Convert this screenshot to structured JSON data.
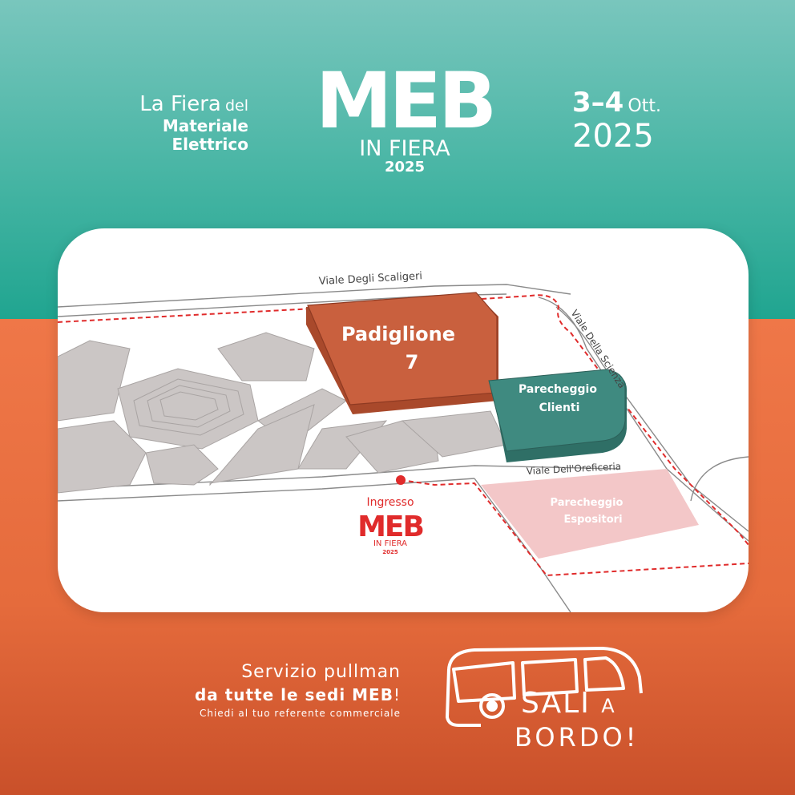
{
  "header": {
    "tagline_prefix": "La Fiera",
    "tagline_connector": "del",
    "tagline_line2": "Materiale",
    "tagline_line3": "Elettrico",
    "logo_main": "MEB",
    "logo_sub": "IN FIERA",
    "logo_year": "2025",
    "date_days": "3–4",
    "date_month": "Ott.",
    "date_year": "2025"
  },
  "map": {
    "street_top": "Viale Degli Scaligeri",
    "street_right": "Viale Della Scienza",
    "street_bottom": "Viale Dell'Oreficeria",
    "pavilion_line1": "Padiglione",
    "pavilion_line2": "7",
    "parking_clients_line1": "Parecheggio",
    "parking_clients_line2": "Clienti",
    "parking_exhibitors_line1": "Parecheggio",
    "parking_exhibitors_line2": "Espositori",
    "entrance_label": "Ingresso",
    "entrance_logo_main": "MEB",
    "entrance_logo_sub": "IN FIERA",
    "entrance_logo_year": "2025"
  },
  "footer": {
    "service_line1": "Servizio pullman",
    "service_line2_bold": "da tutte le sedi MEB",
    "service_line2_end": "!",
    "service_line3": "Chiedi al tuo referente commerciale",
    "bus_text_line1": "SALI",
    "bus_text_a": "A",
    "bus_text_line2": "BORDO!"
  },
  "colors": {
    "teal": "#47b5a4",
    "orange": "#e56b3c",
    "pavilion": "#c9603e",
    "parking_clients": "#3f8a80",
    "parking_exhibitors": "#f3c7c8",
    "entrance_red": "#e02b2b",
    "buildings": "#cbc6c5"
  }
}
